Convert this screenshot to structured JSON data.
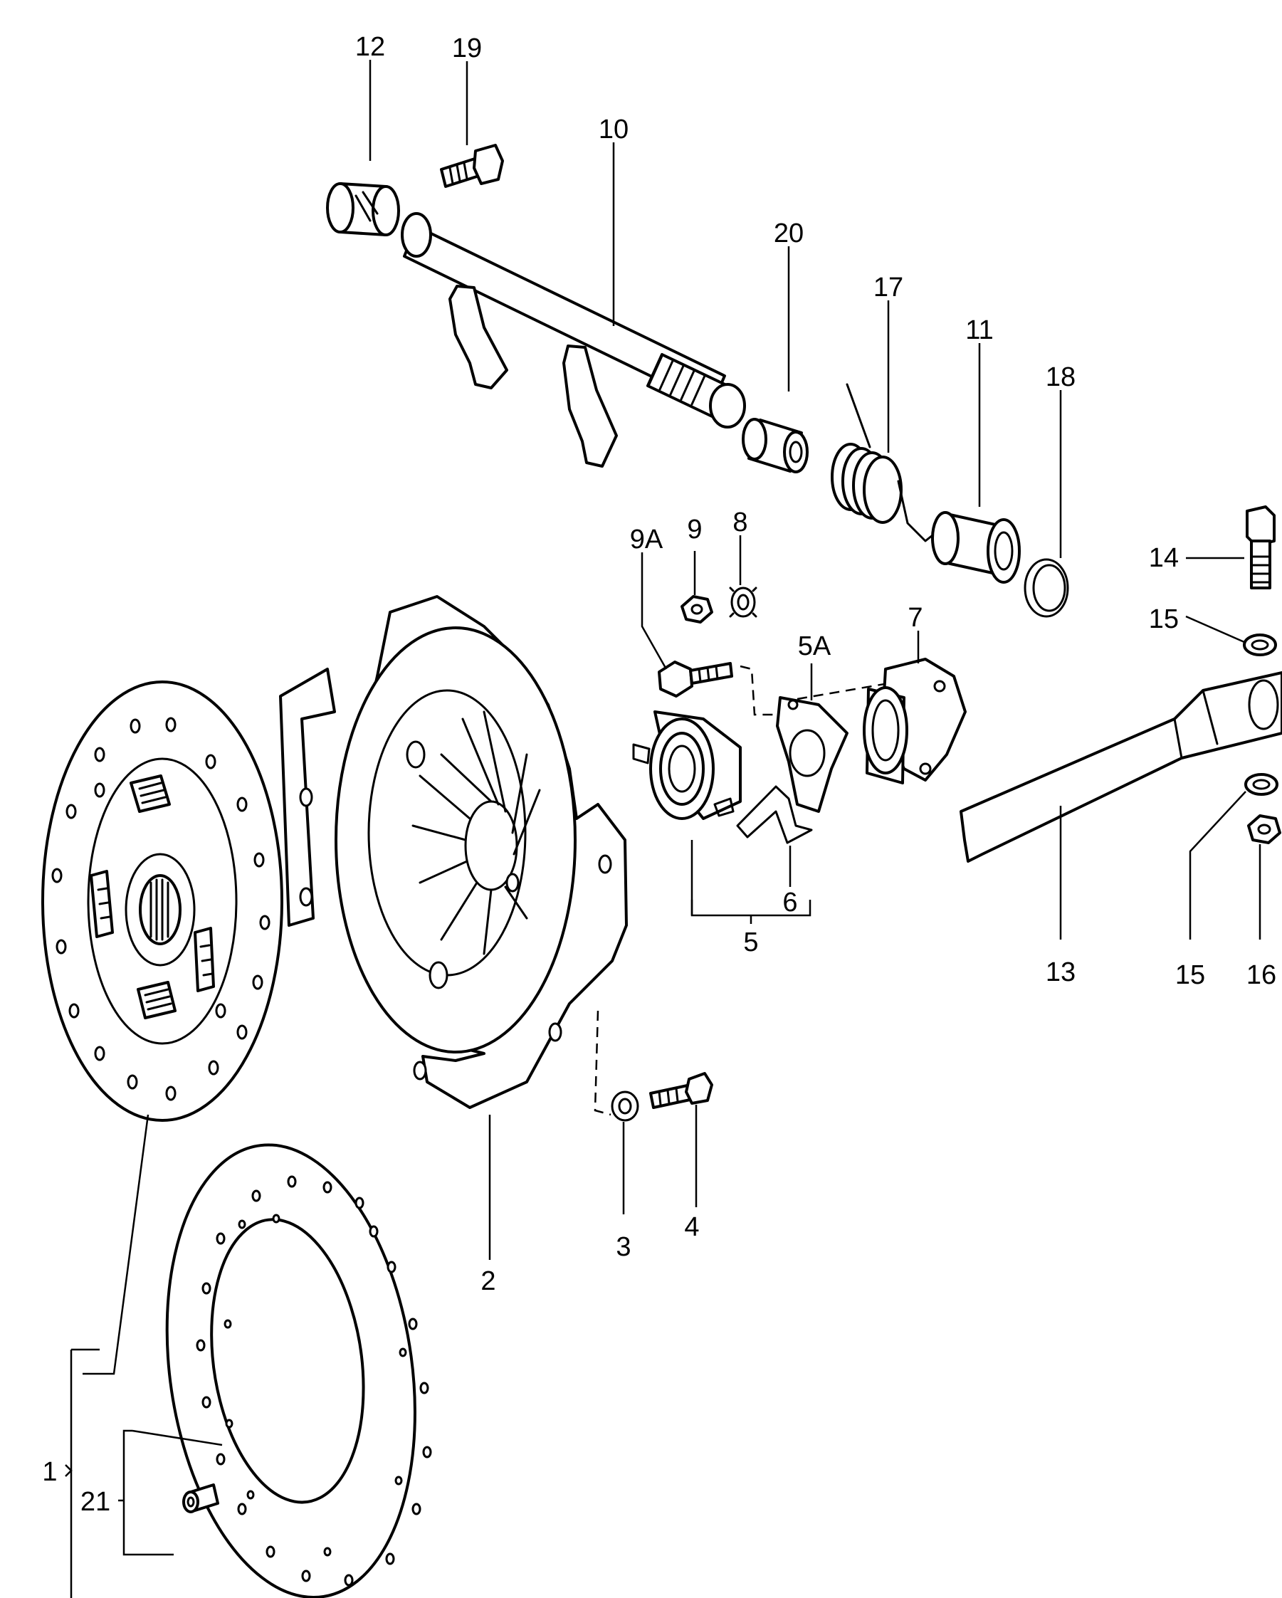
{
  "callouts": {
    "c1": "1",
    "c2": "2",
    "c3": "3",
    "c4": "4",
    "c5": "5",
    "c5a": "5A",
    "c6": "6",
    "c7": "7",
    "c8": "8",
    "c9": "9",
    "c9a": "9A",
    "c10": "10",
    "c11": "11",
    "c12": "12",
    "c13": "13",
    "c14": "14",
    "c15_top": "15",
    "c15_bottom": "15",
    "c16": "16",
    "c17": "17",
    "c18": "18",
    "c19": "19",
    "c20": "20",
    "c21": "21"
  },
  "colors": {
    "line": "#000000",
    "background": "#ffffff"
  }
}
